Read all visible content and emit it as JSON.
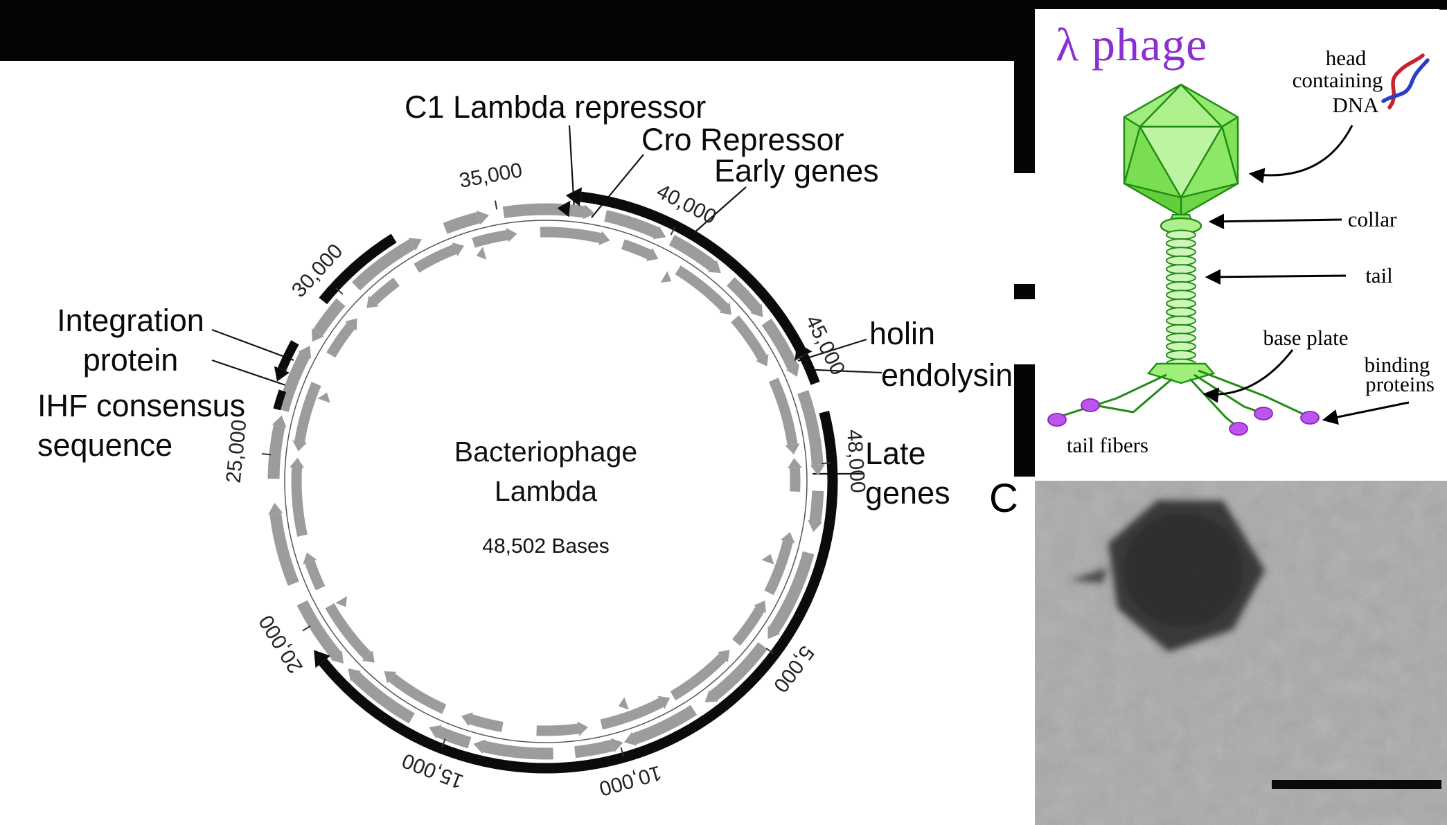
{
  "panel_label": "C",
  "genome_map": {
    "center_title_lines": [
      "Bacteriophage",
      "Lambda"
    ],
    "center_subtitle": "48,502 Bases",
    "total_bases": 48502,
    "ticks": [
      {
        "label": "5,000",
        "position": 5000
      },
      {
        "label": "10,000",
        "position": 10000
      },
      {
        "label": "15,000",
        "position": 15000
      },
      {
        "label": "20,000",
        "position": 20000
      },
      {
        "label": "25,000",
        "position": 25000
      },
      {
        "label": "30,000",
        "position": 30000
      },
      {
        "label": "35,000",
        "position": 35000
      },
      {
        "label": "40,000",
        "position": 40000
      },
      {
        "label": "45,000",
        "position": 45000
      },
      {
        "label": "48,000",
        "position": 48000
      }
    ],
    "annotations": {
      "c1_repressor": "C1 Lambda repressor",
      "cro_repressor": "Cro Repressor",
      "early_genes": "Early genes",
      "holin": "holin",
      "endolysin": "endolysin",
      "late_genes_lines": [
        "Late",
        "genes"
      ],
      "integration_lines": [
        "Integration",
        "protein"
      ],
      "ihf_lines": [
        "IHF consensus",
        "sequence"
      ]
    },
    "colors": {
      "feature_black": "#0b0b0b",
      "gene_gray": "#9c9c9c"
    }
  },
  "phage_diagram": {
    "title": "λ phage",
    "head_label_lines": [
      "head",
      "containing",
      "DNA"
    ],
    "collar_label": "collar",
    "tail_label": "tail",
    "base_plate_label": "base plate",
    "binding_proteins_lines": [
      "binding",
      "proteins"
    ],
    "tail_fibers_label": "tail fibers",
    "colors": {
      "phage_green": "#1f8c12",
      "title_purple": "#8c2fd0",
      "binding_purple": "#bb55ee"
    }
  }
}
